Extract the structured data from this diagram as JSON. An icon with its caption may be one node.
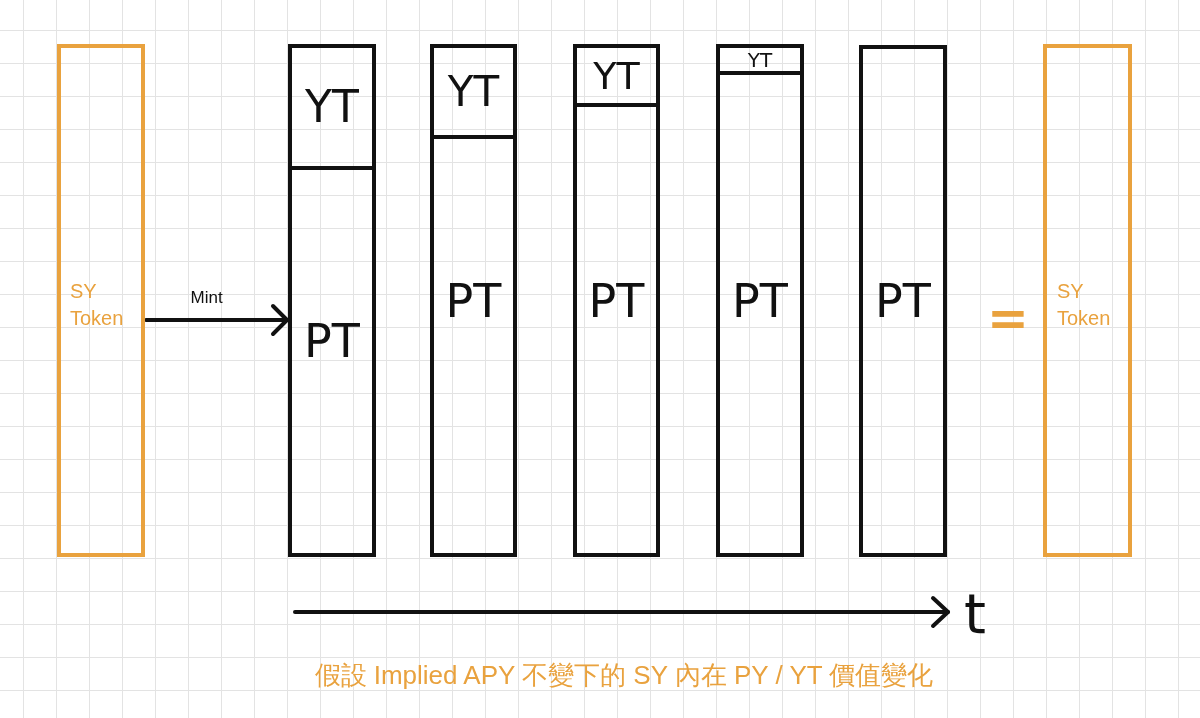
{
  "diagram": {
    "caption": "假設 Implied APY 不變下的 SY 內在 PY / YT 價值變化",
    "nodes": [
      {
        "text": [
          "SY Token"
        ]
      },
      {
        "text": [],
        "shape": "bar"
      },
      {
        "text": [
          "YT"
        ],
        "in": 1
      },
      {
        "text": [
          "PT"
        ],
        "in": 1
      },
      {
        "text": [],
        "shape": "bar"
      },
      {
        "text": [
          "YT"
        ],
        "in": 4
      },
      {
        "text": [
          "PT"
        ],
        "in": 4
      },
      {
        "text": [],
        "shape": "bar"
      },
      {
        "text": [
          "YT"
        ],
        "in": 7
      },
      {
        "text": [
          "PT"
        ],
        "in": 7
      },
      {
        "text": [],
        "shape": "bar"
      },
      {
        "text": [
          "YT"
        ],
        "in": 10
      },
      {
        "text": [
          "PT"
        ],
        "in": 10
      },
      {
        "text": [
          "PT"
        ]
      },
      {
        "text": [
          "SY Token"
        ]
      }
    ],
    "edges": [
      {
        "from": 0,
        "to": 1,
        "arrow": "to",
        "label": "Mint"
      }
    ],
    "labels": [
      "=",
      "t"
    ]
  }
}
